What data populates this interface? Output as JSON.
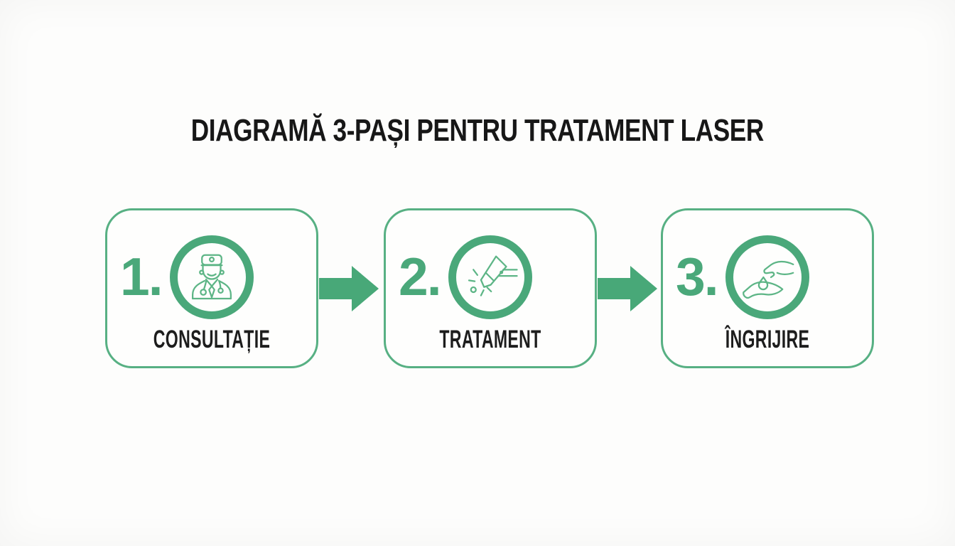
{
  "title": "DIAGRAMĂ 3-PAȘI PENTRU TRATAMENT LASER",
  "colors": {
    "green_accent": "#48a878",
    "green_ring": "#4aa87a",
    "green_border": "#57b083",
    "green_icon_stroke": "#5db586",
    "text_dark": "#1d1d1d",
    "background": "#fdfdfc"
  },
  "steps": [
    {
      "number": "1.",
      "label": "CONSULTAȚIE",
      "icon": "doctor-icon"
    },
    {
      "number": "2.",
      "label": "TRATAMENT",
      "icon": "laser-pen-icon"
    },
    {
      "number": "3.",
      "label": "ÎNGRIJIRE",
      "icon": "caring-hands-icon"
    }
  ],
  "connectors": [
    {
      "type": "arrow-right"
    },
    {
      "type": "arrow-right"
    }
  ]
}
